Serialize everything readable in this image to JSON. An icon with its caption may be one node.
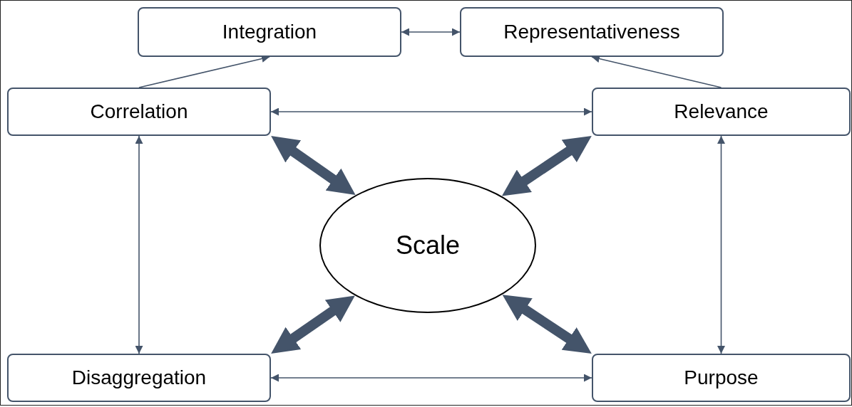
{
  "diagram": {
    "nodes": [
      {
        "text": [
          "Integration"
        ]
      },
      {
        "text": [
          "Representativeness"
        ]
      },
      {
        "text": [
          "Correlation"
        ]
      },
      {
        "text": [
          "Relevance"
        ]
      },
      {
        "text": [
          "Scale"
        ]
      },
      {
        "text": [
          "Disaggregation"
        ]
      },
      {
        "text": [
          "Purpose"
        ]
      }
    ],
    "edges": [
      {
        "from": 0,
        "to": 1,
        "arrow": "both"
      },
      {
        "from": 2,
        "to": 0,
        "arrow": "to"
      },
      {
        "from": 3,
        "to": 1,
        "arrow": "to"
      },
      {
        "from": 2,
        "to": 3,
        "arrow": "both"
      },
      {
        "from": 2,
        "to": 5,
        "arrow": "both"
      },
      {
        "from": 3,
        "to": 6,
        "arrow": "both"
      },
      {
        "from": 5,
        "to": 6,
        "arrow": "both"
      },
      {
        "from": 4,
        "to": 2,
        "arrow": "both",
        "style": "thick"
      },
      {
        "from": 4,
        "to": 3,
        "arrow": "both",
        "style": "thick"
      },
      {
        "from": 4,
        "to": 5,
        "arrow": "both",
        "style": "thick"
      },
      {
        "from": 4,
        "to": 6,
        "arrow": "both",
        "style": "thick"
      }
    ]
  }
}
